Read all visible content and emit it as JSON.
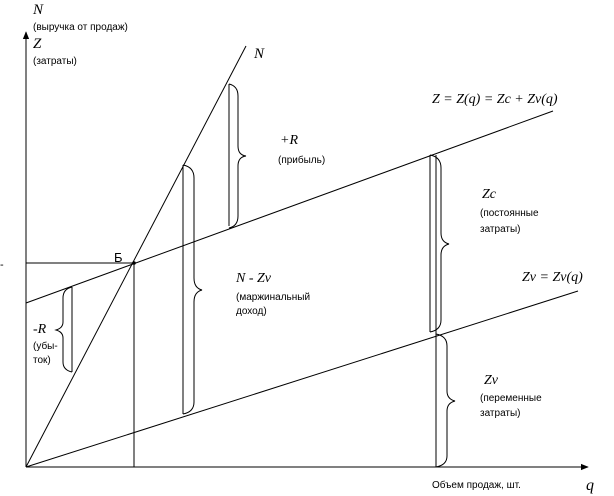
{
  "axes": {
    "y_symbol_n": "N",
    "y_caption_n": "(выручка от продаж)",
    "y_symbol_z": "Z",
    "y_caption_z": "(затраты)",
    "x_symbol": "q",
    "x_caption": "Объем продаж, шт."
  },
  "lines": {
    "revenue_label": "N",
    "total_cost_label": "Z = Z(q) = Zc + Zv(q)",
    "variable_cost_label": "Zv = Zv(q)"
  },
  "points": {
    "breakeven_label": "Б"
  },
  "annotations": {
    "profit_symbol": "+R",
    "profit_caption": "(прибыль)",
    "loss_symbol": "-R",
    "loss_caption_1": "(убы-",
    "loss_caption_2": "ток)",
    "margin_symbol": "N - Zv",
    "margin_caption_1": "(маржинальный",
    "margin_caption_2": "доход)",
    "fixed_symbol": "Zc",
    "fixed_caption_1": "(постоянные",
    "fixed_caption_2": "затраты)",
    "variable_symbol": "Zv",
    "variable_caption_1": "(переменные",
    "variable_caption_2": "затраты)"
  },
  "margin_glyph": "-"
}
